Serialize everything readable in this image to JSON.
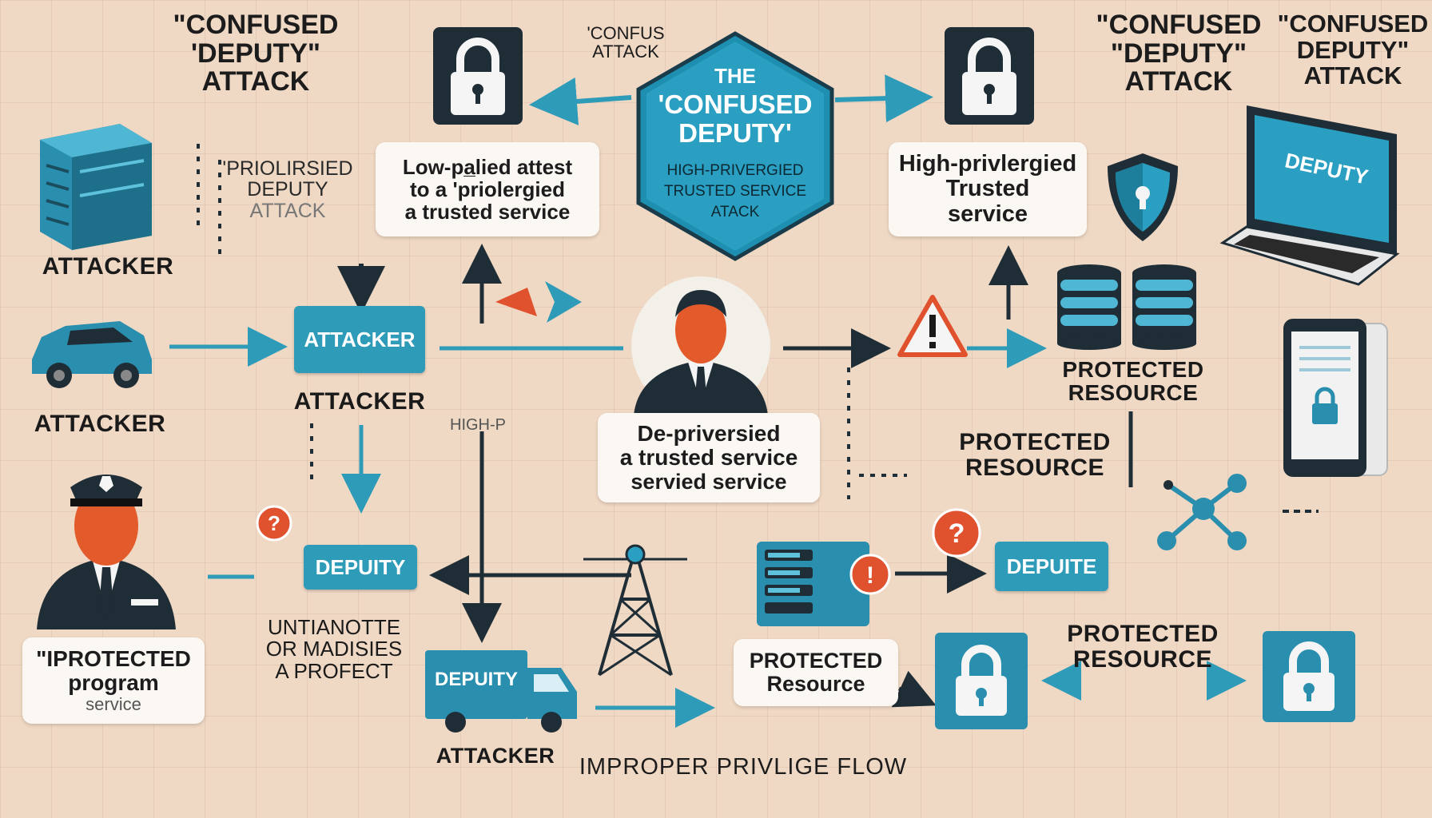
{
  "colors": {
    "background": "#efd8c4",
    "teal": "#2e9bb8",
    "dark": "#1f2d36",
    "warning": "#e0512e",
    "box": "#fbf8f4"
  },
  "headings": {
    "top_left": [
      "\"CONFUSED",
      "'DEPUTY\"",
      "ATTACK"
    ],
    "top_small": [
      "'CONFUS",
      "ATTACK"
    ],
    "top_right_a": [
      "\"CONFUSED",
      "\"DEPUTY\"",
      "ATTACK"
    ],
    "top_right_b": [
      "\"CONFUSED",
      "DEPUTY\"",
      "ATTACK"
    ]
  },
  "center_hex": {
    "line1": "THE",
    "line2": "'CONFUSED",
    "line3": "DEPUTY'",
    "line4": "HIGH-PRIVERGIED",
    "line5": "TRUSTED SERVICE",
    "line6": "ATACK"
  },
  "boxes": {
    "low_priv": [
      "Low-pa̲lied attest",
      "to a 'priolergied",
      "a trusted service"
    ],
    "high_priv": [
      "High-privlergied",
      "Trusted",
      "service"
    ],
    "center": [
      "De-priversied",
      "a trusted service",
      "servied service"
    ],
    "protected_program": [
      "\"IPROTECTED",
      "program",
      "service"
    ],
    "protected_resource_box": [
      "PROTECTED",
      "Resource"
    ]
  },
  "labels": {
    "attacker_1": "ATTACKER",
    "prioirsed": [
      "'PRIOLIRSIED",
      "DEPUTY",
      "ATTACK"
    ],
    "attacker_2": "ATTACKER",
    "attacker_tag": "ATTACKER",
    "attacker_3": "ATTACKER",
    "high_p": "HIGH-P",
    "deputy_tag_1": "DEPUITY",
    "untianotte": [
      "UNTIANOTTE",
      "OR MADISIES",
      "A PROFECT"
    ],
    "deputy_truck": "DEPUITY",
    "attacker_4": "ATTACKER",
    "flow": "IMPROPER PRIVLIGE FLOW",
    "deputy_laptop": "DEPUTY",
    "protected_resource_1": [
      "PROTECTED",
      "RESOURCE"
    ],
    "protected_resource_2": [
      "PROTECTED",
      "RESOURCE"
    ],
    "protected_resource_3": [
      "PROTECTED",
      "RESOURCE"
    ],
    "depute_tag": "DEPUITE"
  },
  "icons": [
    "padlock-icon",
    "server-rack-icon",
    "car-icon",
    "person-icon",
    "warning-triangle-icon",
    "shield-icon",
    "laptop-icon",
    "database-icon",
    "tablet-icon",
    "officer-icon",
    "truck-icon",
    "radio-tower-icon",
    "question-icon",
    "network-node-icon"
  ]
}
